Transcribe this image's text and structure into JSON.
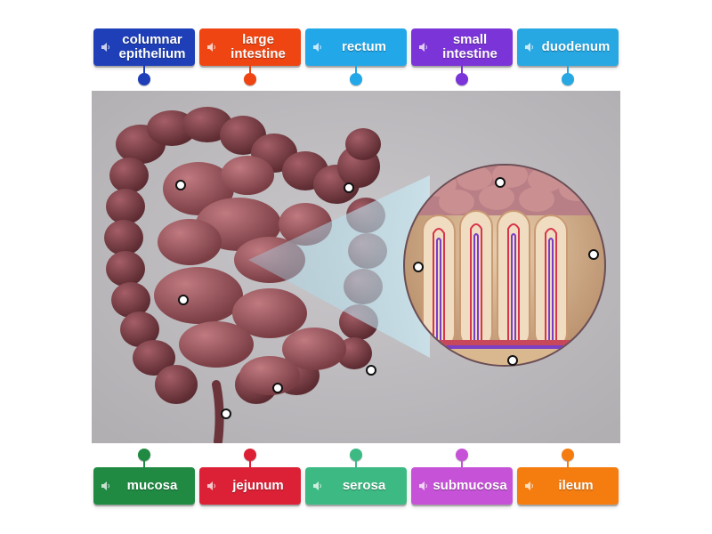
{
  "top_labels": [
    {
      "text": "columnar epithelium",
      "color": "#1f3fb8"
    },
    {
      "text": "large intestine",
      "color": "#ee4513"
    },
    {
      "text": "rectum",
      "color": "#22a7e8"
    },
    {
      "text": "small intestine",
      "color": "#7b34d8"
    },
    {
      "text": "duodenum",
      "color": "#27a8e2"
    }
  ],
  "bottom_labels": [
    {
      "text": "mucosa",
      "color": "#208a43"
    },
    {
      "text": "jejunum",
      "color": "#dc2136"
    },
    {
      "text": "serosa",
      "color": "#3dba83"
    },
    {
      "text": "submucosa",
      "color": "#c653d7"
    },
    {
      "text": "ileum",
      "color": "#f57d10"
    }
  ],
  "scene": {
    "background": "#bcbabd",
    "tissue_color": "#7a3d44"
  },
  "hotspots": 10,
  "icons": {
    "tile": "speaker-icon"
  }
}
